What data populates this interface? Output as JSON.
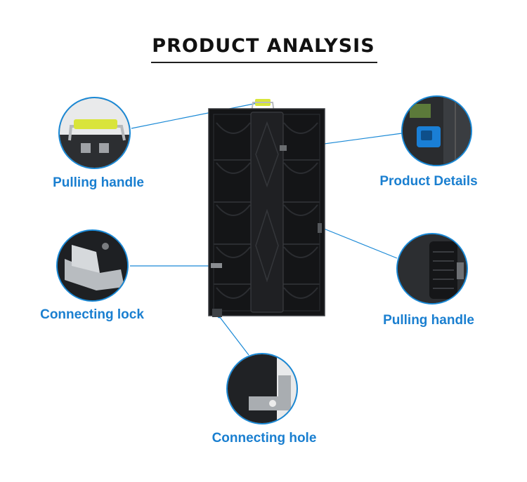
{
  "title": "PRODUCT ANALYSIS",
  "callouts": {
    "pulling_handle_top": "Pulling handle",
    "product_details": "Product Details",
    "connecting_lock": "Connecting lock",
    "pulling_handle_right": "Pulling handle",
    "connecting_hole": "Connecting hole"
  },
  "colors": {
    "accent": "#1a7fd0",
    "cabinet": "#141517",
    "title": "#111111"
  }
}
